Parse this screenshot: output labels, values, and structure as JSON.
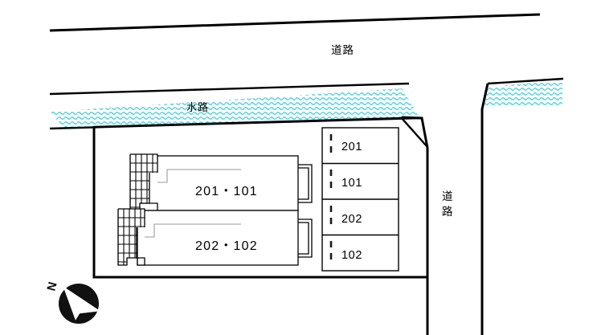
{
  "document": {
    "kind": "site-layout-plan",
    "background_color": "#ffffff",
    "line_color": "#000000",
    "water_color": "#58d3dd"
  },
  "labels": {
    "road_top": "道路",
    "road_right_line1": "道",
    "road_right_line2": "路",
    "waterway": "水路"
  },
  "buildings": [
    {
      "id": "upper",
      "label": "201・101"
    },
    {
      "id": "lower",
      "label": "202・102"
    }
  ],
  "parking": {
    "stalls": [
      {
        "label": "201"
      },
      {
        "label": "101"
      },
      {
        "label": "202"
      },
      {
        "label": "102"
      }
    ]
  },
  "compass": {
    "north_label": "N",
    "icon": "compass-north-arrow"
  }
}
